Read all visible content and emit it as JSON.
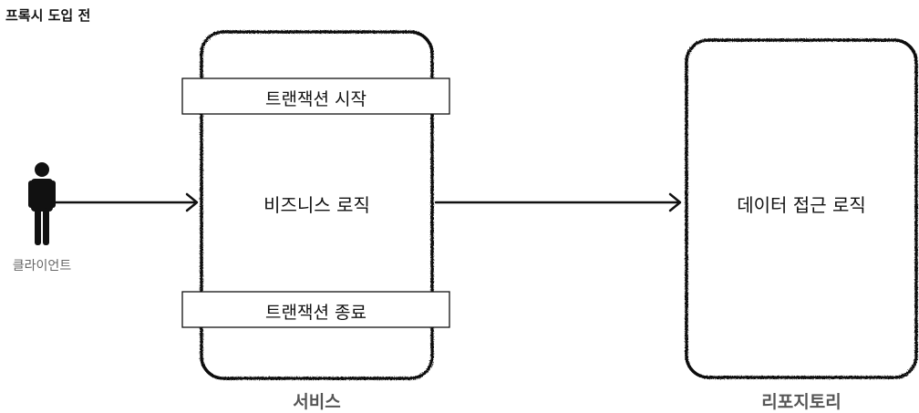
{
  "page_title": "프록시 도입 전",
  "client": {
    "label": "클라이언트",
    "icon": "person-icon"
  },
  "service": {
    "caption": "서비스",
    "body_label": "비즈니스 로직",
    "top_bar": "트랜잭션 시작",
    "bottom_bar": "트랜잭션 종료"
  },
  "repository": {
    "caption": "리포지토리",
    "body_label": "데이터 접근 로직"
  },
  "colors": {
    "stroke": "#111111",
    "caption": "#555555",
    "client_caption": "#666666"
  }
}
